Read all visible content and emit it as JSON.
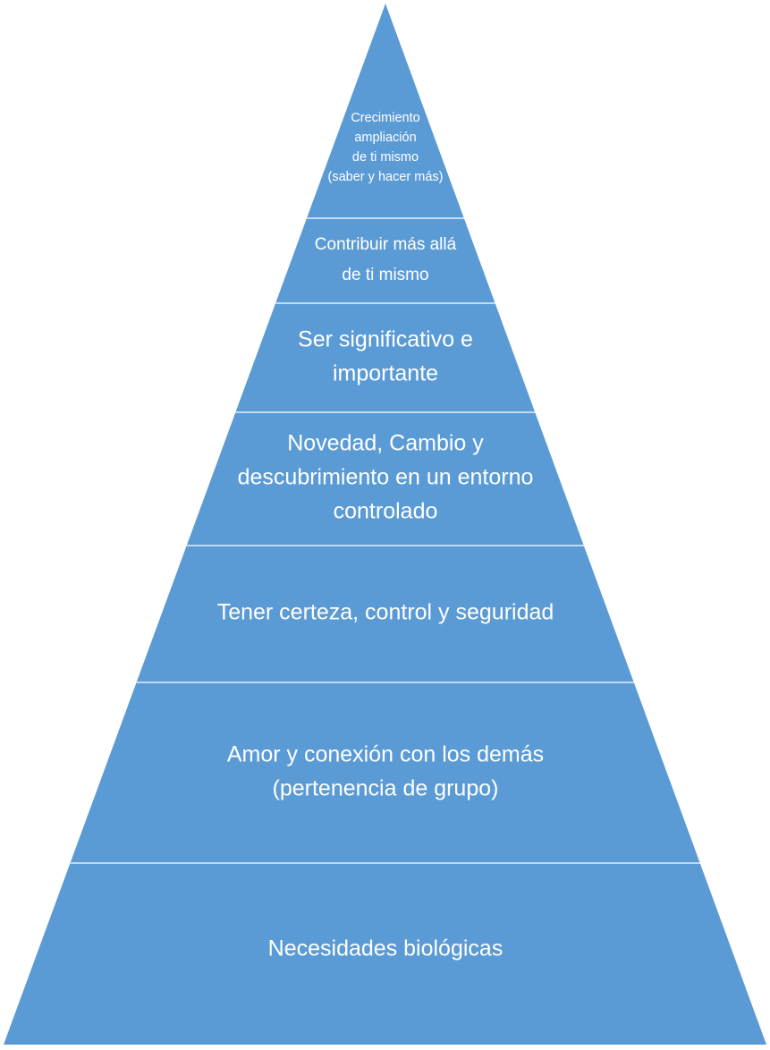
{
  "diagram": {
    "type": "pyramid",
    "fill_color": "#5b9bd5",
    "divider_color": "#ffffff",
    "text_color": "#ffffff",
    "tiers": [
      {
        "id": "growth",
        "lines": [
          "Crecimiento",
          "ampliación",
          "de ti mismo",
          "(saber y hacer más)"
        ]
      },
      {
        "id": "contribution",
        "lines": [
          "Contribuir más allá",
          "de ti mismo"
        ]
      },
      {
        "id": "significance",
        "lines": [
          "Ser significativo e",
          "importante"
        ]
      },
      {
        "id": "variety",
        "lines": [
          "Novedad, Cambio y",
          "descubrimiento en un entorno",
          "controlado"
        ]
      },
      {
        "id": "certainty",
        "lines": [
          "Tener certeza, control y seguridad"
        ]
      },
      {
        "id": "love-connection",
        "lines": [
          "Amor y conexión con los demás",
          "(pertenencia de grupo)"
        ]
      },
      {
        "id": "biological-needs",
        "lines": [
          "Necesidades biológicas"
        ]
      }
    ]
  }
}
